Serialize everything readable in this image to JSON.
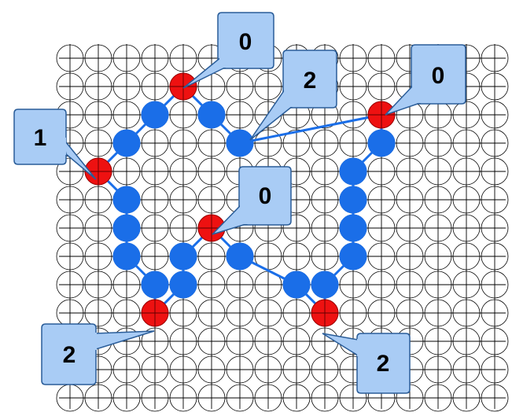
{
  "colors": {
    "background": "#ffffff",
    "grid_line": "#000000",
    "circle_outline": "#000000",
    "blue_node": "#1a6ee8",
    "red_node": "#ee1111",
    "edge": "#1a6ee8",
    "callout_fill": "#a9ccf5",
    "callout_stroke": "#2a5d99"
  },
  "callouts": [
    {
      "id": "top",
      "label": "0"
    },
    {
      "id": "left",
      "label": "1"
    },
    {
      "id": "mid-upper",
      "label": "2"
    },
    {
      "id": "right",
      "label": "0"
    },
    {
      "id": "center",
      "label": "0"
    },
    {
      "id": "bottom-left",
      "label": "2"
    },
    {
      "id": "bottom-right",
      "label": "2"
    }
  ]
}
